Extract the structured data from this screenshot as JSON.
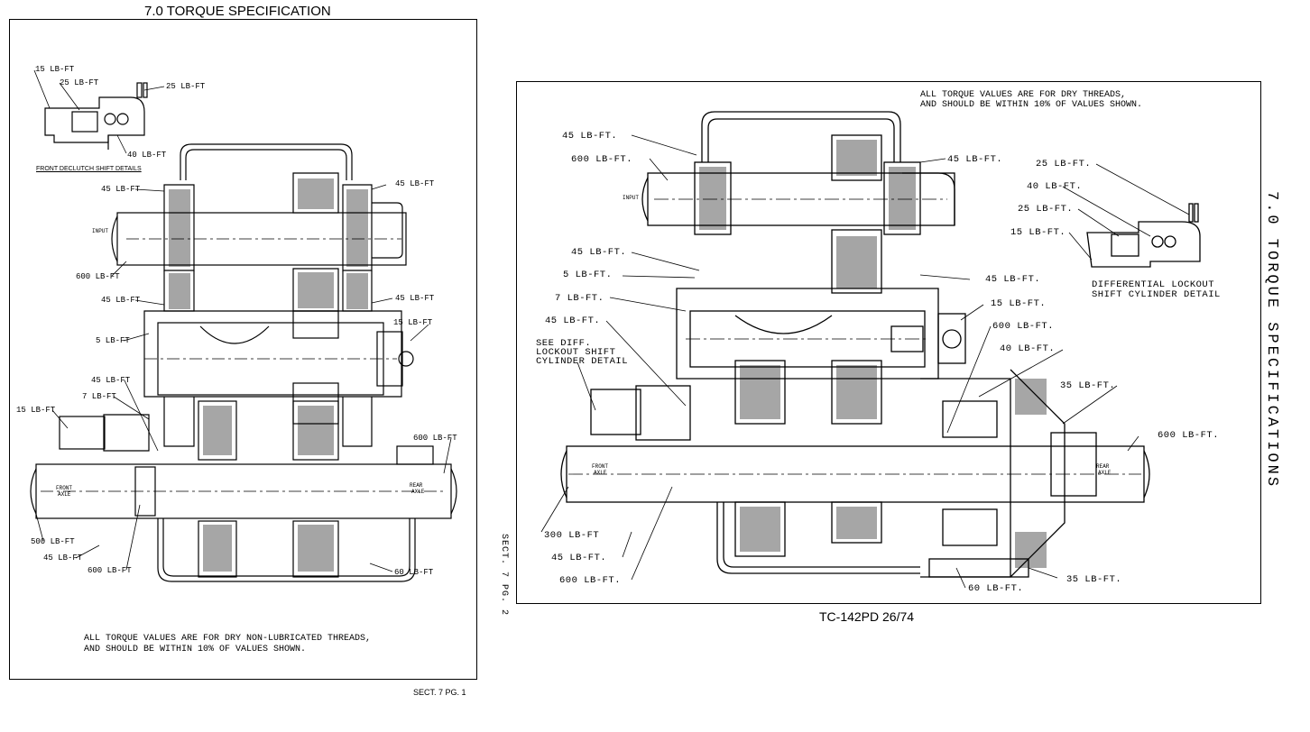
{
  "left_page": {
    "title": "7.0 TORQUE SPECIFICATION",
    "detail_caption": "FRONT DECLUTCH SHIFT DETAILS",
    "detail_labels": [
      "15 LB-FT",
      "25 LB-FT",
      "25 LB-FT",
      "40 LB-FT"
    ],
    "labels": [
      "45 LB-FT",
      "45 LB-FT",
      "600 LB-FT",
      "45 LB-FT",
      "45 LB-FT",
      "15 LB-FT",
      "5 LB-FT",
      "45 LB-FT",
      "7 LB-FT",
      "15 LB-FT",
      "600 LB-FT",
      "500 LB-FT",
      "45 LB-FT",
      "600 LB-FT",
      "60 LB-FT"
    ],
    "input_tag": "INPUT",
    "front_axle_tag": [
      "FRONT",
      "AXLE"
    ],
    "rear_axle_tag": [
      "REAR",
      "AXLE"
    ],
    "note_line1": "ALL TORQUE VALUES ARE FOR DRY NON-LUBRICATED THREADS,",
    "note_line2": "AND SHOULD BE WITHIN 10% OF VALUES SHOWN.",
    "page_number": "SECT. 7 PG. 1"
  },
  "right_page": {
    "side_title": "7.0 TORQUE SPECIFICATIONS",
    "side_page_number": "SECT. 7 PG. 2",
    "note_line1": "ALL TORQUE VALUES ARE FOR DRY THREADS,",
    "note_line2": "AND SHOULD BE WITHIN 10% OF VALUES SHOWN.",
    "detail_caption_line1": "DIFFERENTIAL LOCKOUT",
    "detail_caption_line2": "SHIFT CYLINDER DETAIL",
    "detail_labels": [
      "25 LB-FT.",
      "40 LB-FT.",
      "25 LB-FT.",
      "15 LB-FT."
    ],
    "see_diff_line1": "SEE DIFF.",
    "see_diff_line2": "LOCKOUT SHIFT",
    "see_diff_line3": "CYLINDER DETAIL",
    "labels": [
      "45 LB-FT.",
      "600 LB-FT.",
      "45 LB-FT.",
      "45 LB-FT.",
      "5 LB-FT.",
      "45 LB-FT.",
      "7 LB-FT.",
      "15 LB-FT.",
      "45 LB-FT.",
      "600 LB-FT.",
      "40 LB-FT.",
      "35 LB-FT.",
      "600 LB-FT.",
      "300 LB-FT",
      "45 LB-FT.",
      "600 LB-FT.",
      "60 LB-FT.",
      "35 LB-FT."
    ],
    "input_tag": "INPUT",
    "front_axle_tag": [
      "FRONT",
      "AXLE"
    ],
    "rear_axle_tag": [
      "REAR",
      "AXLE"
    ],
    "doc_id": "TC-142PD  26/74"
  }
}
